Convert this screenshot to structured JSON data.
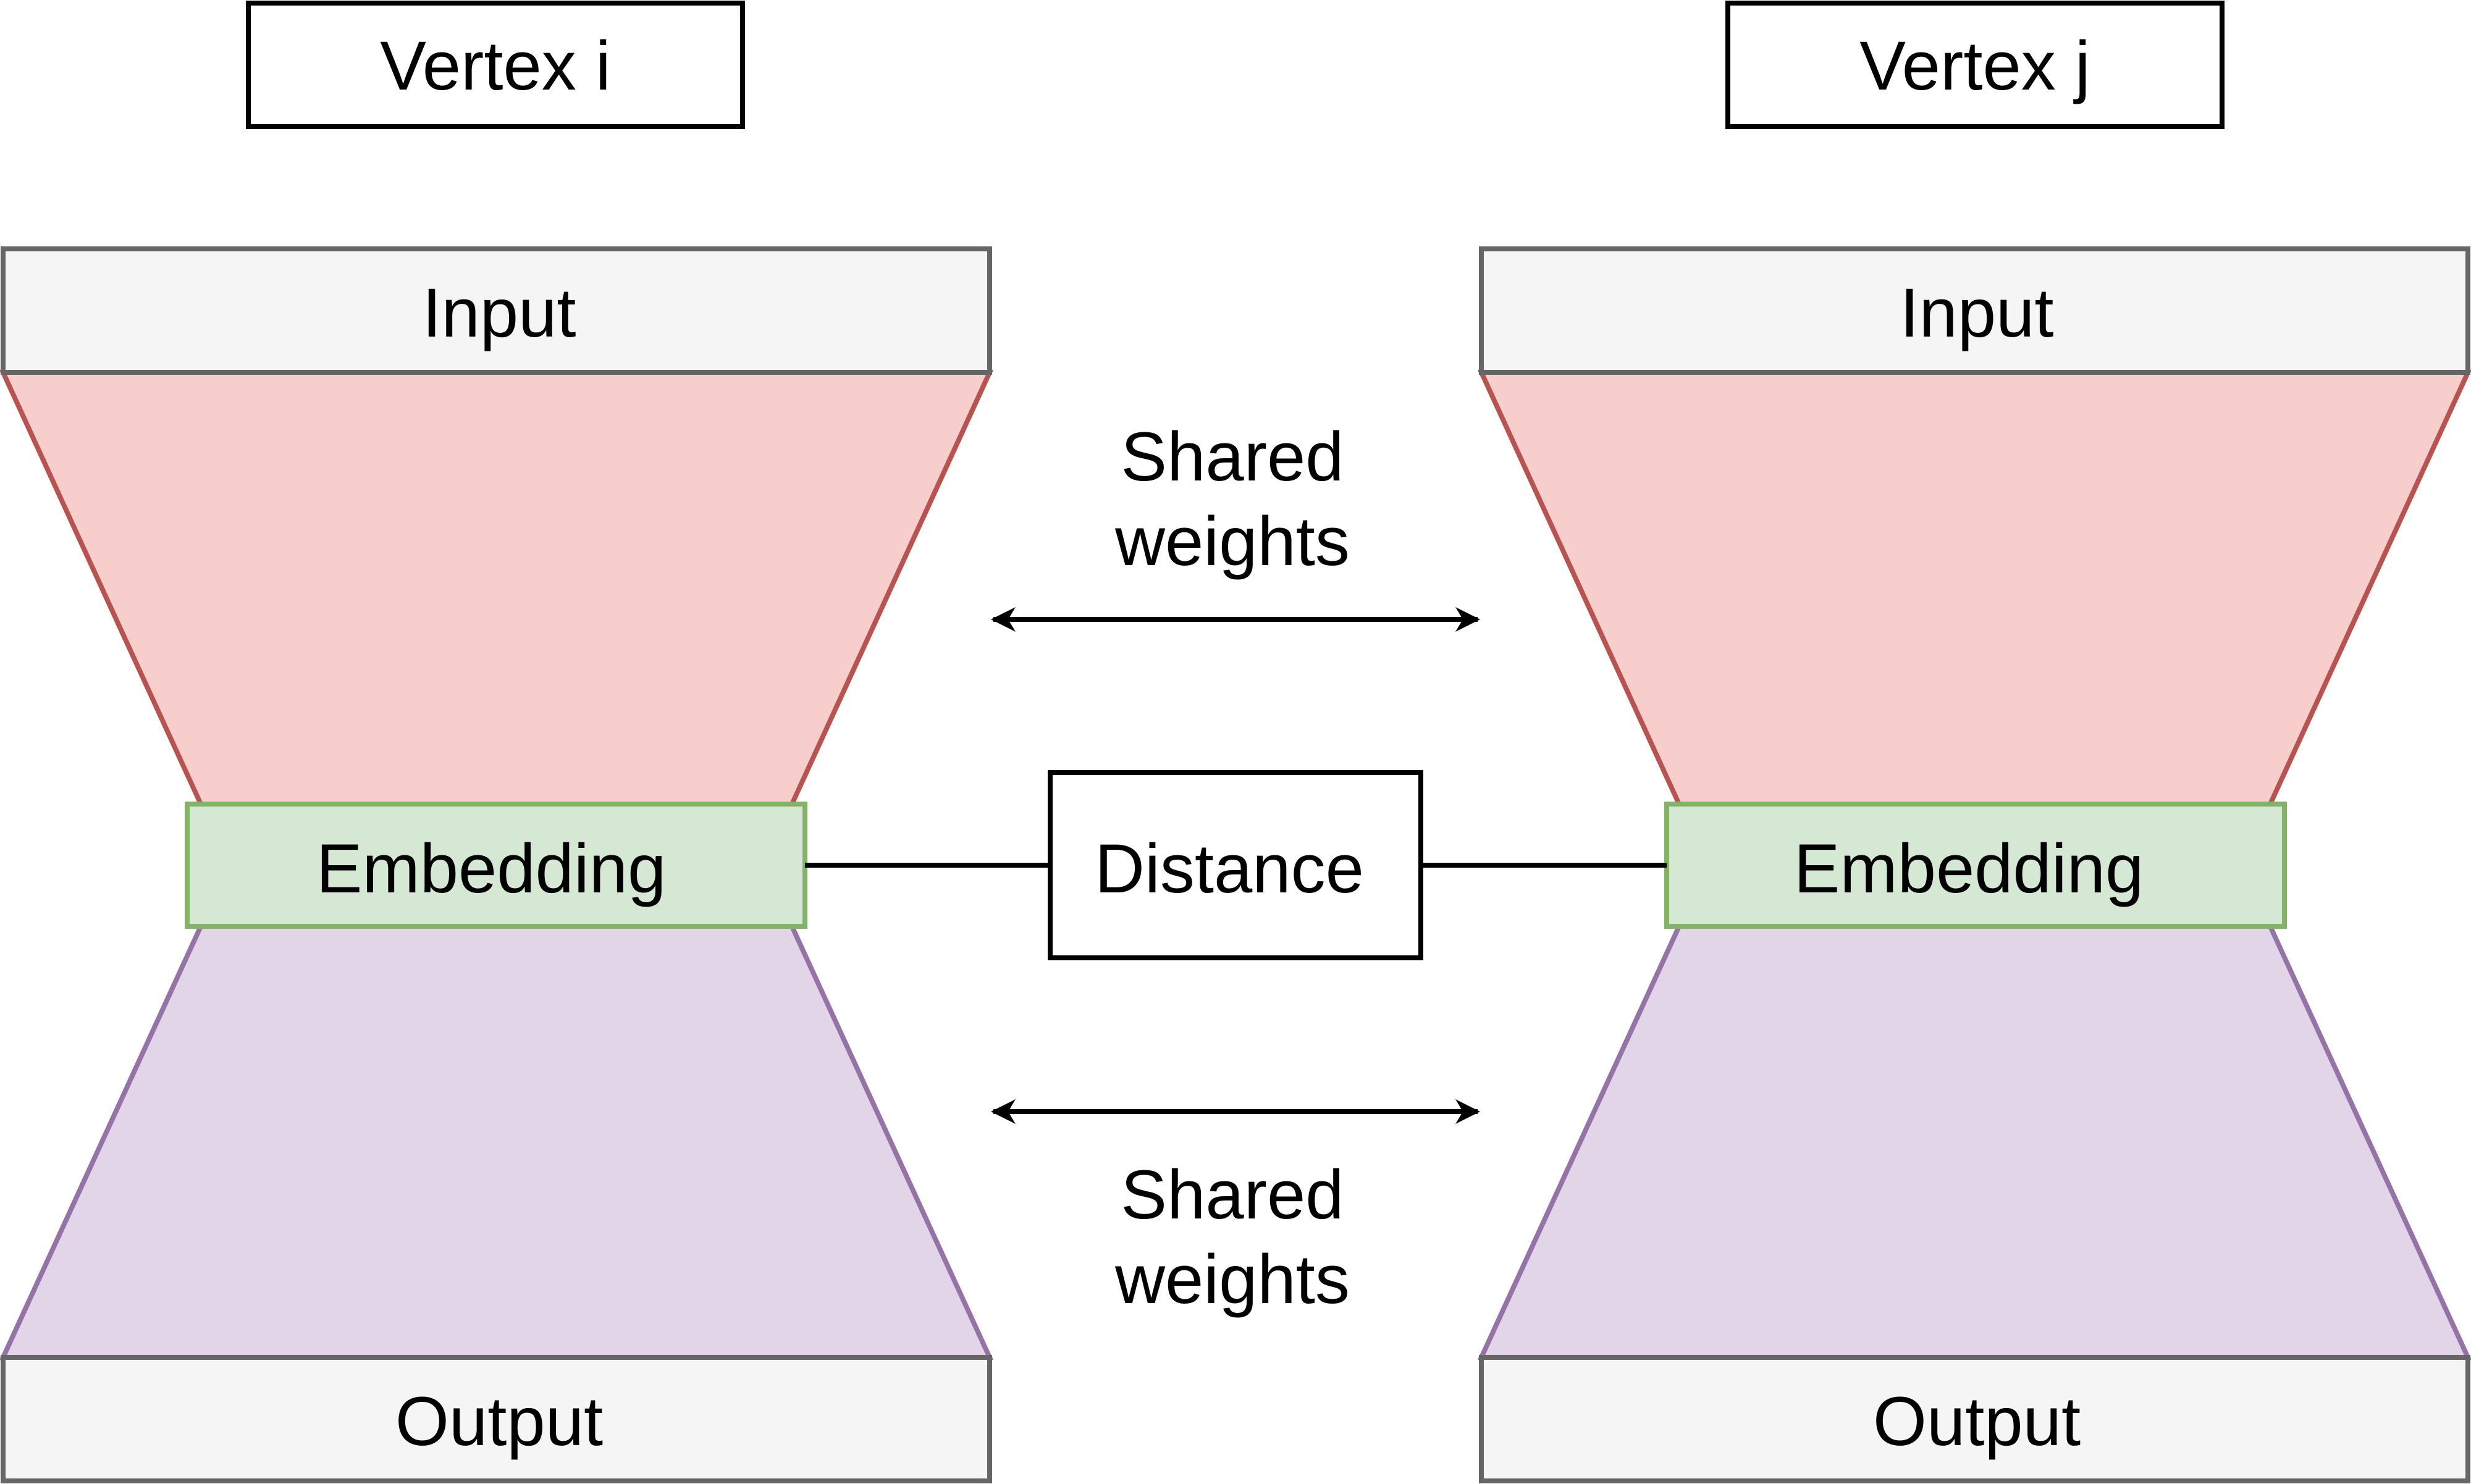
{
  "vertex_i": {
    "title": "Vertex i",
    "input_label": "Input",
    "embedding_label": "Embedding",
    "output_label": "Output"
  },
  "vertex_j": {
    "title": "Vertex j",
    "input_label": "Input",
    "embedding_label": "Embedding",
    "output_label": "Output"
  },
  "center": {
    "shared_weights_top": [
      "Shared",
      "weights"
    ],
    "distance_label": "Distance",
    "shared_weights_bottom": [
      "Shared",
      "weights"
    ]
  },
  "colors": {
    "encoder_fill": "#f8cecc",
    "encoder_stroke": "#b85450",
    "decoder_fill": "#e1d5e7",
    "decoder_stroke": "#9673a6",
    "embedding_fill": "#d5e8d4",
    "embedding_stroke": "#82b366",
    "io_fill": "#f5f5f5",
    "io_stroke": "#666666",
    "text": "#000000"
  }
}
